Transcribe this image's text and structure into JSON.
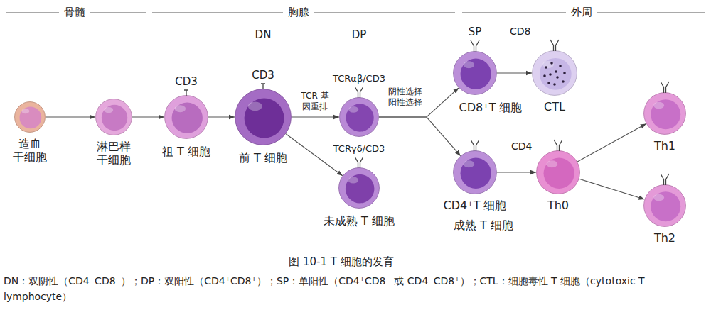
{
  "diagram": {
    "caption": "图 10-1 T 细胞的发育",
    "nodes": [
      {
        "text": [
          "造血 干细胞"
        ]
      },
      {
        "text": [
          "淋巴样 干细胞"
        ]
      },
      {
        "text": [
          "CD3",
          "祖 T 细胞"
        ]
      },
      {
        "text": [
          "CD3",
          "前 T 细胞"
        ]
      },
      {
        "text": [
          "TCRαβ/CD3"
        ]
      },
      {
        "text": [
          "TCRγδ/CD3",
          "未成熟 T 细胞"
        ]
      },
      {
        "text": [
          "SP",
          "CD8",
          "CD8⁺T 细胞"
        ]
      },
      {
        "text": [
          "CTL"
        ]
      },
      {
        "text": [
          "CD4",
          "CD4⁺T 细胞"
        ]
      },
      {
        "text": [
          "Th0"
        ]
      },
      {
        "text": [
          "Th1"
        ]
      },
      {
        "text": [
          "Th2"
        ]
      }
    ],
    "edges": [
      {
        "from": 0,
        "to": 1,
        "arrow": "to"
      },
      {
        "from": 1,
        "to": 2,
        "arrow": "to"
      },
      {
        "from": 2,
        "to": 3,
        "arrow": "to"
      },
      {
        "from": 3,
        "to": 4,
        "label": "TCR 基因重排",
        "arrow": "to"
      },
      {
        "from": 3,
        "to": 5,
        "arrow": "to"
      },
      {
        "from": 4,
        "to": 6,
        "label": "阴性选择 阳性选择",
        "arrow": "to"
      },
      {
        "from": 4,
        "to": 8,
        "arrow": "to"
      },
      {
        "from": 6,
        "to": 7,
        "arrow": "to"
      },
      {
        "from": 8,
        "to": 9,
        "arrow": "to"
      },
      {
        "from": 9,
        "to": 10,
        "arrow": "to"
      },
      {
        "from": 9,
        "to": 11,
        "arrow": "to"
      }
    ],
    "labels": [
      "骨髓",
      "胸腺",
      "外周",
      "DN",
      "DP",
      "成熟 T 细胞",
      "DN：双阴性（CD4⁻CD8⁻）；DP：双阳性（CD4⁺CD8⁺）；SP：单阳性（CD4⁺CD8⁻ 或 CD4⁻CD8⁺）；CTL：细胞毒性 T 细胞（cytotoxic T lymphocyte）"
    ]
  }
}
